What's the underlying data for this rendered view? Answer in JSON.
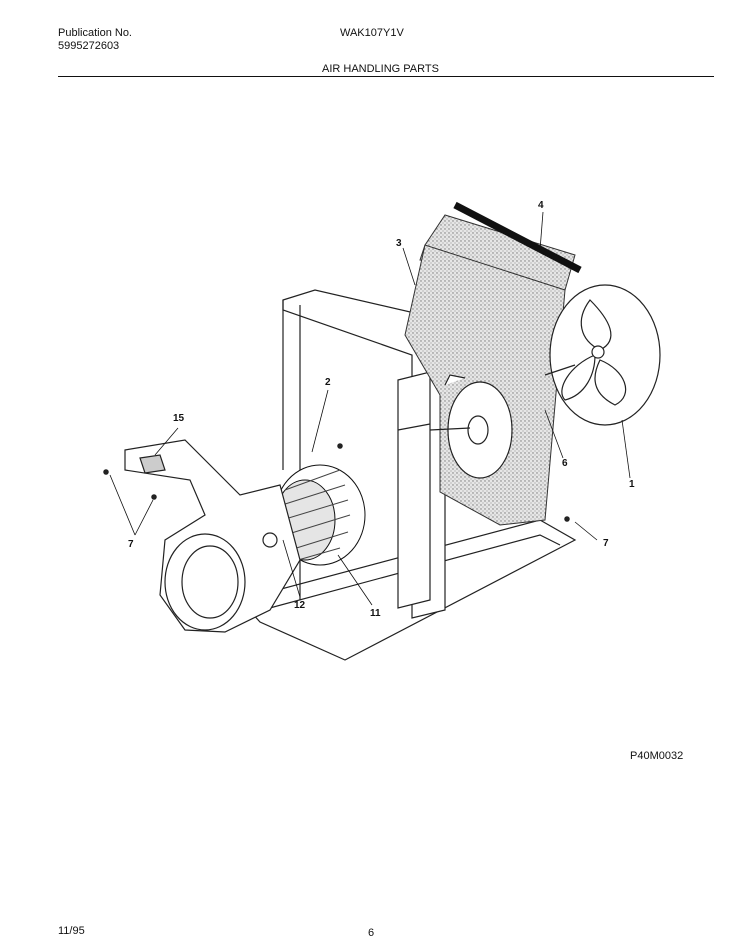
{
  "header": {
    "publication_label": "Publication No.",
    "publication_number": "5995272603",
    "model": "WAK107Y1V",
    "section_title": "AIR HANDLING PARTS"
  },
  "diagram": {
    "callouts": [
      "4",
      "3",
      "2",
      "15",
      "6",
      "1",
      "7",
      "7",
      "12",
      "11"
    ],
    "code": "P40M0032"
  },
  "footer": {
    "date": "11/95",
    "page": "6"
  }
}
